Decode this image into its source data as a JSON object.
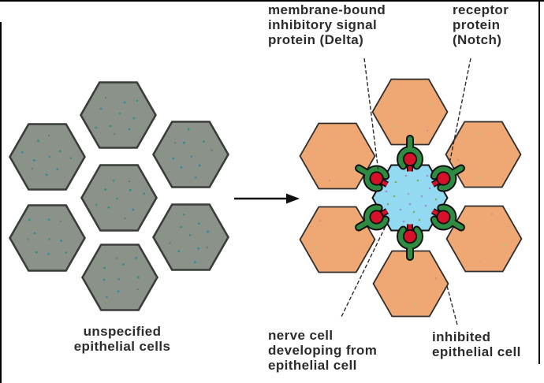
{
  "colors": {
    "cell_gray": "#8b928a",
    "cell_gray_border": "#3a3d3a",
    "cell_orange": "#efa873",
    "cell_orange_border": "#2f2f2f",
    "cell_blue": "#93d9f2",
    "cell_blue_border": "#141414",
    "notch_green": "#2e8b41",
    "delta_red": "#d8112b",
    "outline": "#101010",
    "text": "#2c2c2c",
    "arrow": "#101010",
    "frame": "#000000",
    "speckle_teal": "#2f8d8f",
    "speckle_purple": "#a08cd8",
    "speckle_green": "#7fae5a"
  },
  "labels": {
    "delta": [
      "membrane-bound",
      "inhibitory signal",
      "protein (Delta)"
    ],
    "notch": [
      "receptor",
      "protein",
      "(Notch)"
    ],
    "unspecified": [
      "unspecified",
      "epithelial cells"
    ],
    "nerve": [
      "nerve cell",
      "developing from",
      "epithelial cell"
    ],
    "inhibited": [
      "inhibited",
      "epithelial cell"
    ]
  }
}
